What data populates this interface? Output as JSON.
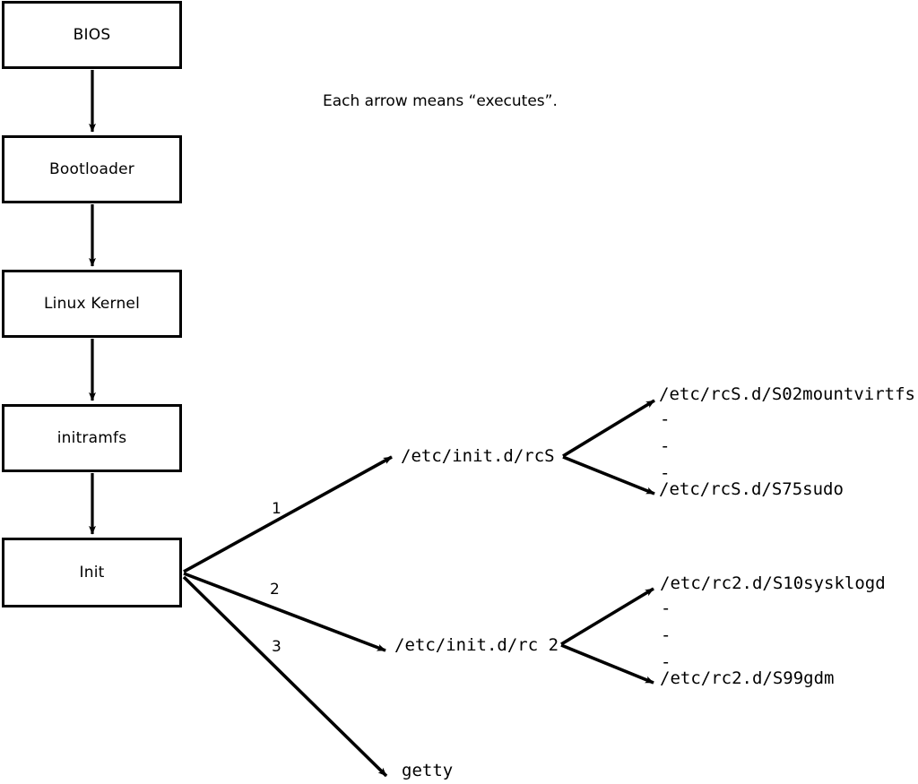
{
  "diagram": {
    "title_note": "Each arrow means “executes”.",
    "colors": {
      "stroke": "#000000",
      "fill": "#ffffff",
      "text": "#000000"
    },
    "boot_chain": [
      {
        "label": "BIOS"
      },
      {
        "label": "Bootloader"
      },
      {
        "label": "Linux Kernel"
      },
      {
        "label": "initramfs"
      },
      {
        "label": "Init"
      }
    ],
    "init_branches": [
      {
        "number": "1",
        "target": "/etc/init.d/rcS"
      },
      {
        "number": "2",
        "target": "/etc/init.d/rc 2"
      },
      {
        "number": "3",
        "target": "getty"
      }
    ],
    "rcs_scripts": {
      "first": "/etc/rcS.d/S02mountvirtfs",
      "last": "/etc/rcS.d/S75sudo",
      "ellipsis": [
        "-",
        "-",
        "-"
      ]
    },
    "rc2_scripts": {
      "first": "/etc/rc2.d/S10sysklogd",
      "last": "/etc/rc2.d/S99gdm",
      "ellipsis": [
        "-",
        "-",
        "-"
      ]
    }
  }
}
